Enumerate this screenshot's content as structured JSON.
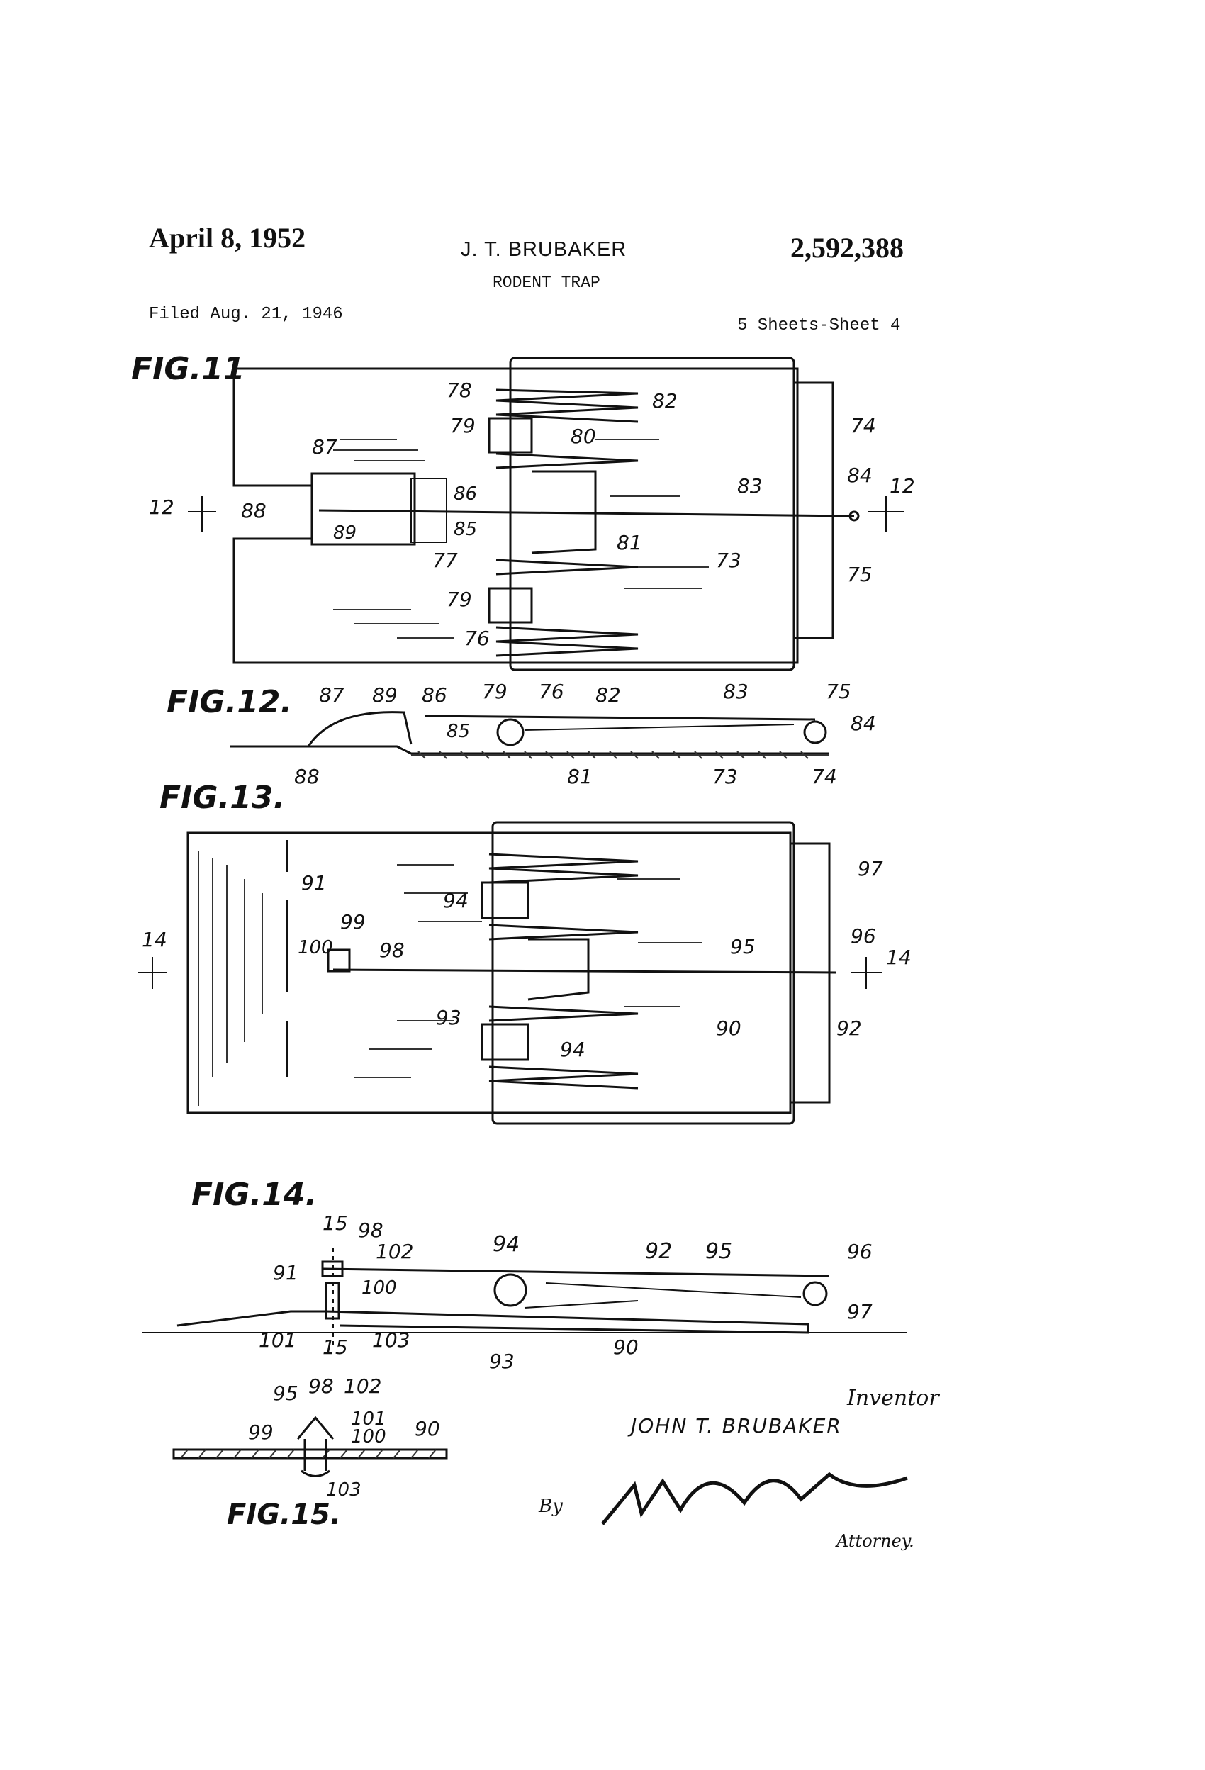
{
  "header": {
    "date": "April 8, 1952",
    "inventor": "J. T. BRUBAKER",
    "patent_number": "2,592,388",
    "title": "RODENT TRAP",
    "filed": "Filed Aug. 21, 1946",
    "sheets": "5 Sheets-Sheet 4"
  },
  "figures": {
    "fig11": {
      "label": "FIG.11",
      "refs": [
        "78",
        "82",
        "79",
        "80",
        "87",
        "74",
        "84",
        "12",
        "83",
        "12",
        "88",
        "86",
        "89",
        "85",
        "81",
        "77",
        "73",
        "75",
        "79",
        "76"
      ]
    },
    "fig12": {
      "label": "FIG.12.",
      "refs": [
        "87",
        "89",
        "86",
        "79",
        "76",
        "82",
        "83",
        "75",
        "84",
        "85",
        "88",
        "81",
        "73",
        "74"
      ]
    },
    "fig13": {
      "label": "FIG.13.",
      "refs": [
        "91",
        "97",
        "94",
        "99",
        "100",
        "98",
        "95",
        "96",
        "14",
        "14",
        "93",
        "94",
        "90",
        "92"
      ]
    },
    "fig14": {
      "label": "FIG.14.",
      "refs": [
        "15",
        "98",
        "102",
        "94",
        "92",
        "95",
        "96",
        "91",
        "100",
        "97",
        "101",
        "15",
        "103",
        "93",
        "90"
      ]
    },
    "fig15": {
      "label": "FIG.15.",
      "refs": [
        "95",
        "98",
        "102",
        "101",
        "99",
        "100",
        "90",
        "103"
      ]
    }
  },
  "signature": {
    "inventor_word": "Inventor",
    "inventor_name": "JOHN T. BRUBAKER",
    "by": "By",
    "attorney": "Attorney."
  }
}
